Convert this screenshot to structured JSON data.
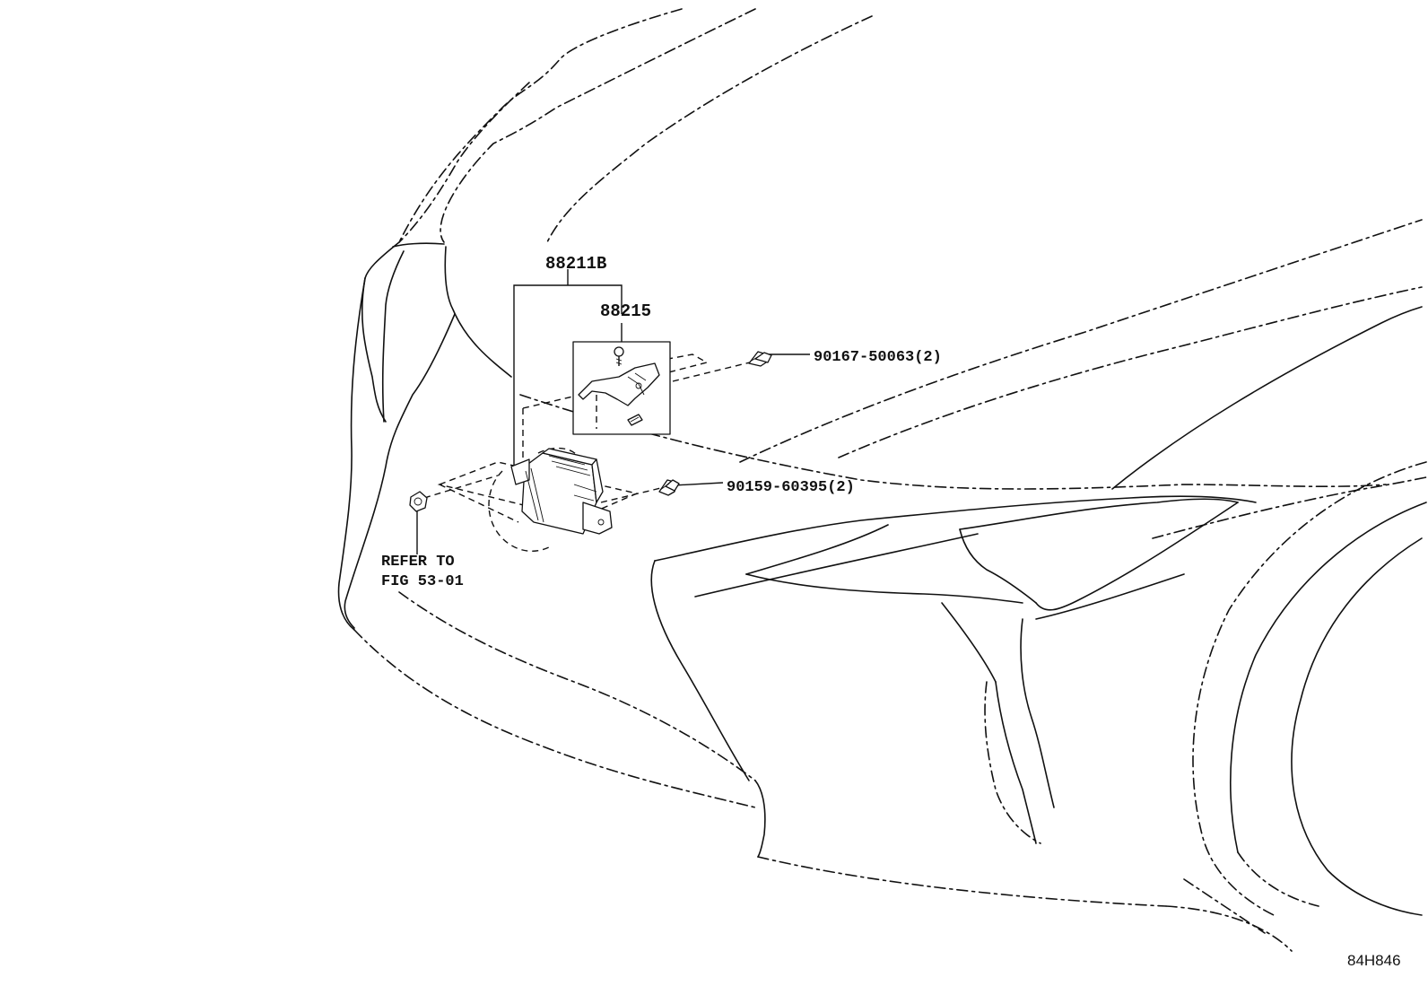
{
  "labels": {
    "assembly": "88211B",
    "bracket": "88215",
    "upper_bolt": "90167-50063(2)",
    "lower_bolt": "90159-60395(2)",
    "refer_line1": "REFER TO",
    "refer_line2": "FIG 53-01",
    "illustration_code": "84H846"
  }
}
